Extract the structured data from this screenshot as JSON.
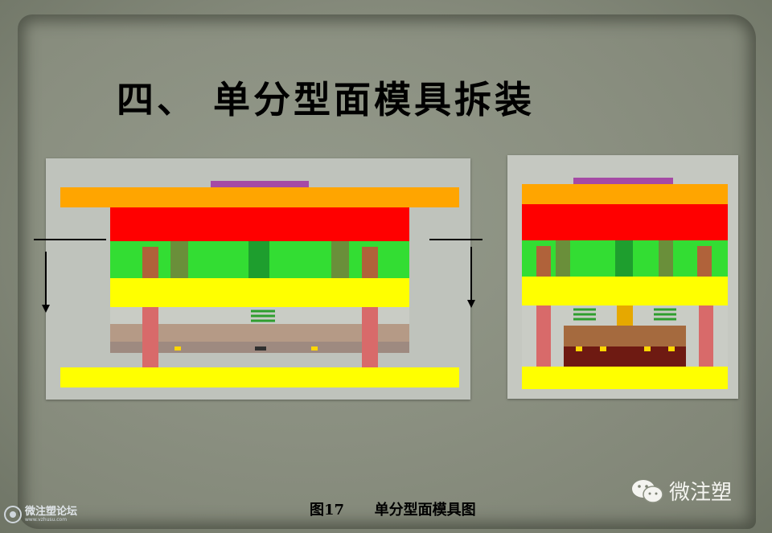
{
  "slide": {
    "title": "四、 单分型面模具拆装",
    "caption": "图17      单分型面模具图",
    "watermark_wechat": "微注塑",
    "watermark_forum": "微注塑论坛",
    "watermark_forum_url": "www.vzhusu.com"
  },
  "colors": {
    "top_clamp_plate": "#ffa500",
    "fixed_plate": "#ff0000",
    "cavity_plate": "#33dd33",
    "moving_plate": "#ffff00",
    "bottom_plate": "#ffff00",
    "sprue_bushing": "#9b3f9b",
    "guide_pillar": "#d86a6a",
    "spring": "#2e9e2e"
  },
  "icons": {
    "arrow_left": "down-arrow-icon",
    "arrow_right": "down-arrow-icon",
    "wechat_logo": "wechat-icon",
    "forum_logo": "forum-logo-icon"
  }
}
